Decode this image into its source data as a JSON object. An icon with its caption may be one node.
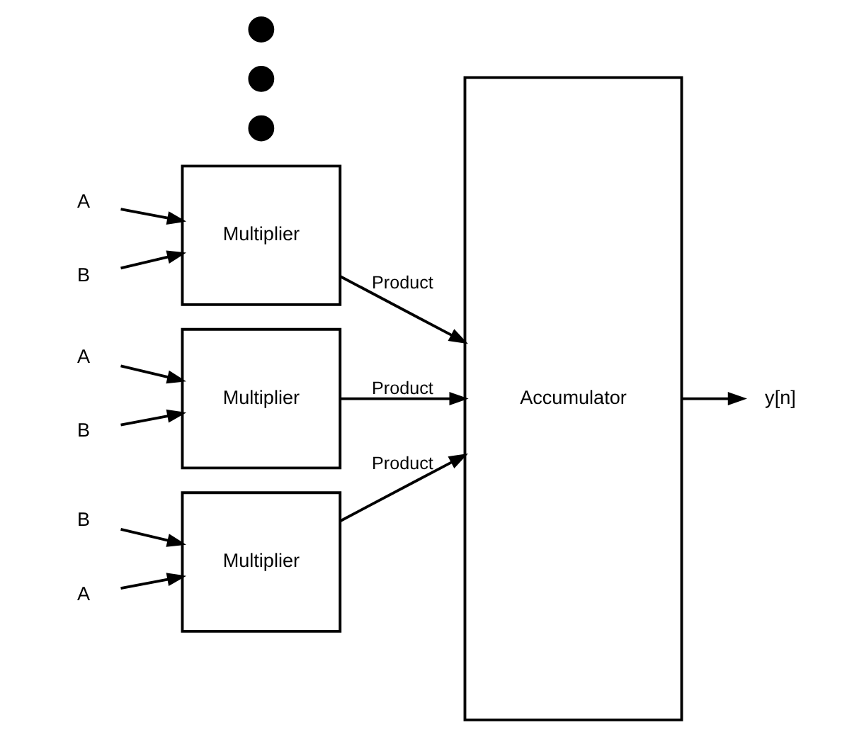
{
  "diagram": {
    "nodes": [
      {
        "text": [
          "A"
        ]
      },
      {
        "text": [
          "Multiplier"
        ]
      },
      {
        "text": [
          "B"
        ]
      },
      {
        "text": [
          "A"
        ]
      },
      {
        "text": [
          "Multiplier"
        ]
      },
      {
        "text": [
          "B"
        ]
      },
      {
        "text": [],
        "shape": "circle"
      },
      {
        "text": [],
        "shape": "circle"
      },
      {
        "text": [],
        "shape": "circle"
      },
      {
        "text": [
          "A"
        ]
      },
      {
        "text": [
          "Multiplier"
        ]
      },
      {
        "text": [
          "B"
        ]
      },
      {
        "text": [
          "Accumulator"
        ]
      },
      {
        "text": [
          "y[n]"
        ]
      }
    ],
    "edges": [
      {
        "from": 0,
        "to": 1,
        "arrow": "to"
      },
      {
        "from": 2,
        "to": 1,
        "arrow": "to"
      },
      {
        "from": 3,
        "to": 4,
        "arrow": "to"
      },
      {
        "from": 5,
        "to": 4,
        "arrow": "to"
      },
      {
        "from": 9,
        "to": 10,
        "arrow": "to"
      },
      {
        "from": 11,
        "to": 10,
        "arrow": "to"
      },
      {
        "from": 1,
        "to": 12,
        "label": "Product",
        "arrow": "to"
      },
      {
        "from": 4,
        "to": 12,
        "label": "Product",
        "arrow": "to"
      },
      {
        "from": 10,
        "to": 12,
        "label": "Product",
        "arrow": "to"
      },
      {
        "from": 12,
        "to": 13,
        "arrow": "to"
      }
    ]
  }
}
